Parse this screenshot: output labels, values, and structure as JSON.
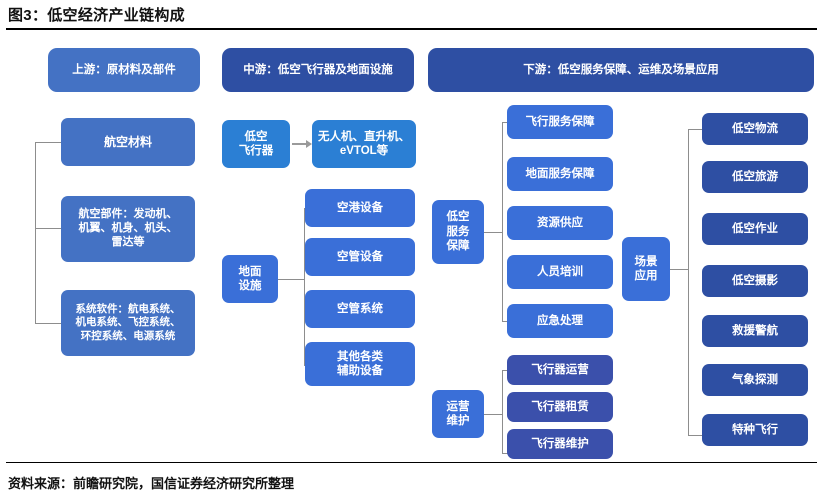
{
  "title": "图3：低空经济产业链构成",
  "footer": "资料来源：前瞻研究院，国信证券经济研究所整理",
  "colors": {
    "medium_blue": "#4472c4",
    "deep_blue": "#2f55ad",
    "bright_azure": "#2b7fd4",
    "royal_blue": "#3a6fd8",
    "navy": "#2e4fa3",
    "indigo": "#3b50ab",
    "connector_gray": "#8d8d8d"
  },
  "tiers": [
    {
      "id": "upstream",
      "label": "上游：原材料及部件"
    },
    {
      "id": "midstream",
      "label": "中游：低空飞行器及地面设施"
    },
    {
      "id": "downstream",
      "label": "下游：低空服务保障、运维及场景应用"
    }
  ],
  "upstream": {
    "items": [
      {
        "label": "航空材料"
      },
      {
        "label": "航空部件：发动机、\n机翼、机身、机头、\n雷达等"
      },
      {
        "label": "系统软件：航电系统、\n机电系统、飞控系统、\n环控系统、电源系统"
      }
    ]
  },
  "midstream": {
    "aircraft_hub": "低空\n飞行器",
    "aircraft_types": "无人机、直升机、\neVTOL等",
    "ground_hub": "地面\n设施",
    "ground_items": [
      {
        "label": "空港设备"
      },
      {
        "label": "空管设备"
      },
      {
        "label": "空管系统"
      },
      {
        "label": "其他各类\n辅助设备"
      }
    ]
  },
  "downstream": {
    "service_hub": "低空\n服务\n保障",
    "service_items": [
      {
        "label": "飞行服务保障"
      },
      {
        "label": "地面服务保障"
      },
      {
        "label": "资源供应"
      },
      {
        "label": "人员培训"
      },
      {
        "label": "应急处理"
      }
    ],
    "ops_hub": "运营\n维护",
    "ops_items": [
      {
        "label": "飞行器运营"
      },
      {
        "label": "飞行器租赁"
      },
      {
        "label": "飞行器维护"
      }
    ],
    "scenario_hub": "场景\n应用",
    "scenario_items": [
      {
        "label": "低空物流"
      },
      {
        "label": "低空旅游"
      },
      {
        "label": "低空作业"
      },
      {
        "label": "低空摄影"
      },
      {
        "label": "救援警航"
      },
      {
        "label": "气象探测"
      },
      {
        "label": "特种飞行"
      }
    ]
  }
}
